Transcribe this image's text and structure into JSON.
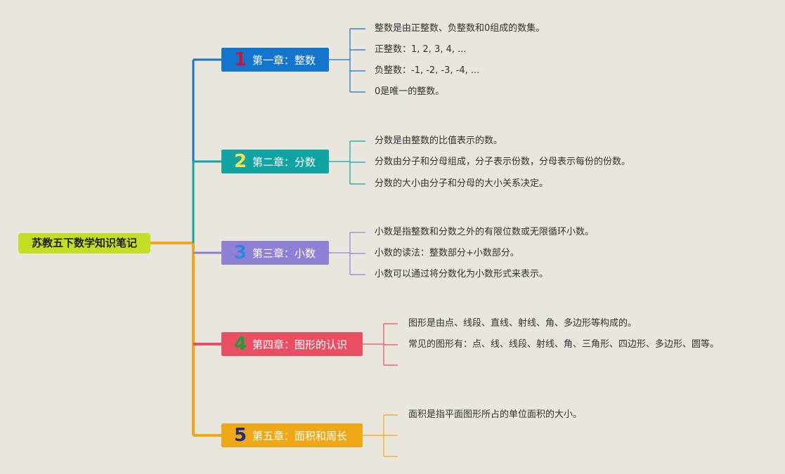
{
  "root": {
    "title": "苏教五下数学知识笔记"
  },
  "chapters": [
    {
      "number": "1",
      "title": "第一章：整数",
      "color": "#1475cf",
      "number_color": "#c8163d",
      "points": [
        "整数是由正整数、负整数和0组成的数集。",
        "正整数：1, 2, 3, 4, ...",
        "负整数：-1, -2, -3, -4, ...",
        "0是唯一的整数。"
      ]
    },
    {
      "number": "2",
      "title": "第二章：分数",
      "color": "#14a3a3",
      "number_color": "#f1e34a",
      "points": [
        "分数是由整数的比值表示的数。",
        "分数由分子和分母组成，分子表示份数，分母表示每份的份数。",
        "分数的大小由分子和分母的大小关系决定。"
      ]
    },
    {
      "number": "3",
      "title": "第三章：小数",
      "color": "#8f80d6",
      "number_color": "#2d86e0",
      "points": [
        "小数是指整数和分数之外的有限位数或无限循环小数。",
        "小数的读法：整数部分+小数部分。",
        "小数可以通过将分数化为小数形式来表示。"
      ]
    },
    {
      "number": "4",
      "title": "第四章：图形的认识",
      "color": "#e84f63",
      "number_color": "#1f9f3a",
      "points": [
        "图形是由点、线段、直线、射线、角、多边形等构成的。",
        "常见的图形有：点、线、线段、射线、角、三角形、四边形、多边形、圆等。"
      ]
    },
    {
      "number": "5",
      "title": "第五章：面积和周长",
      "color": "#eea717",
      "number_color": "#1c2f86",
      "points": [
        "面积是指平面图形所占的单位面积的大小。"
      ]
    }
  ]
}
